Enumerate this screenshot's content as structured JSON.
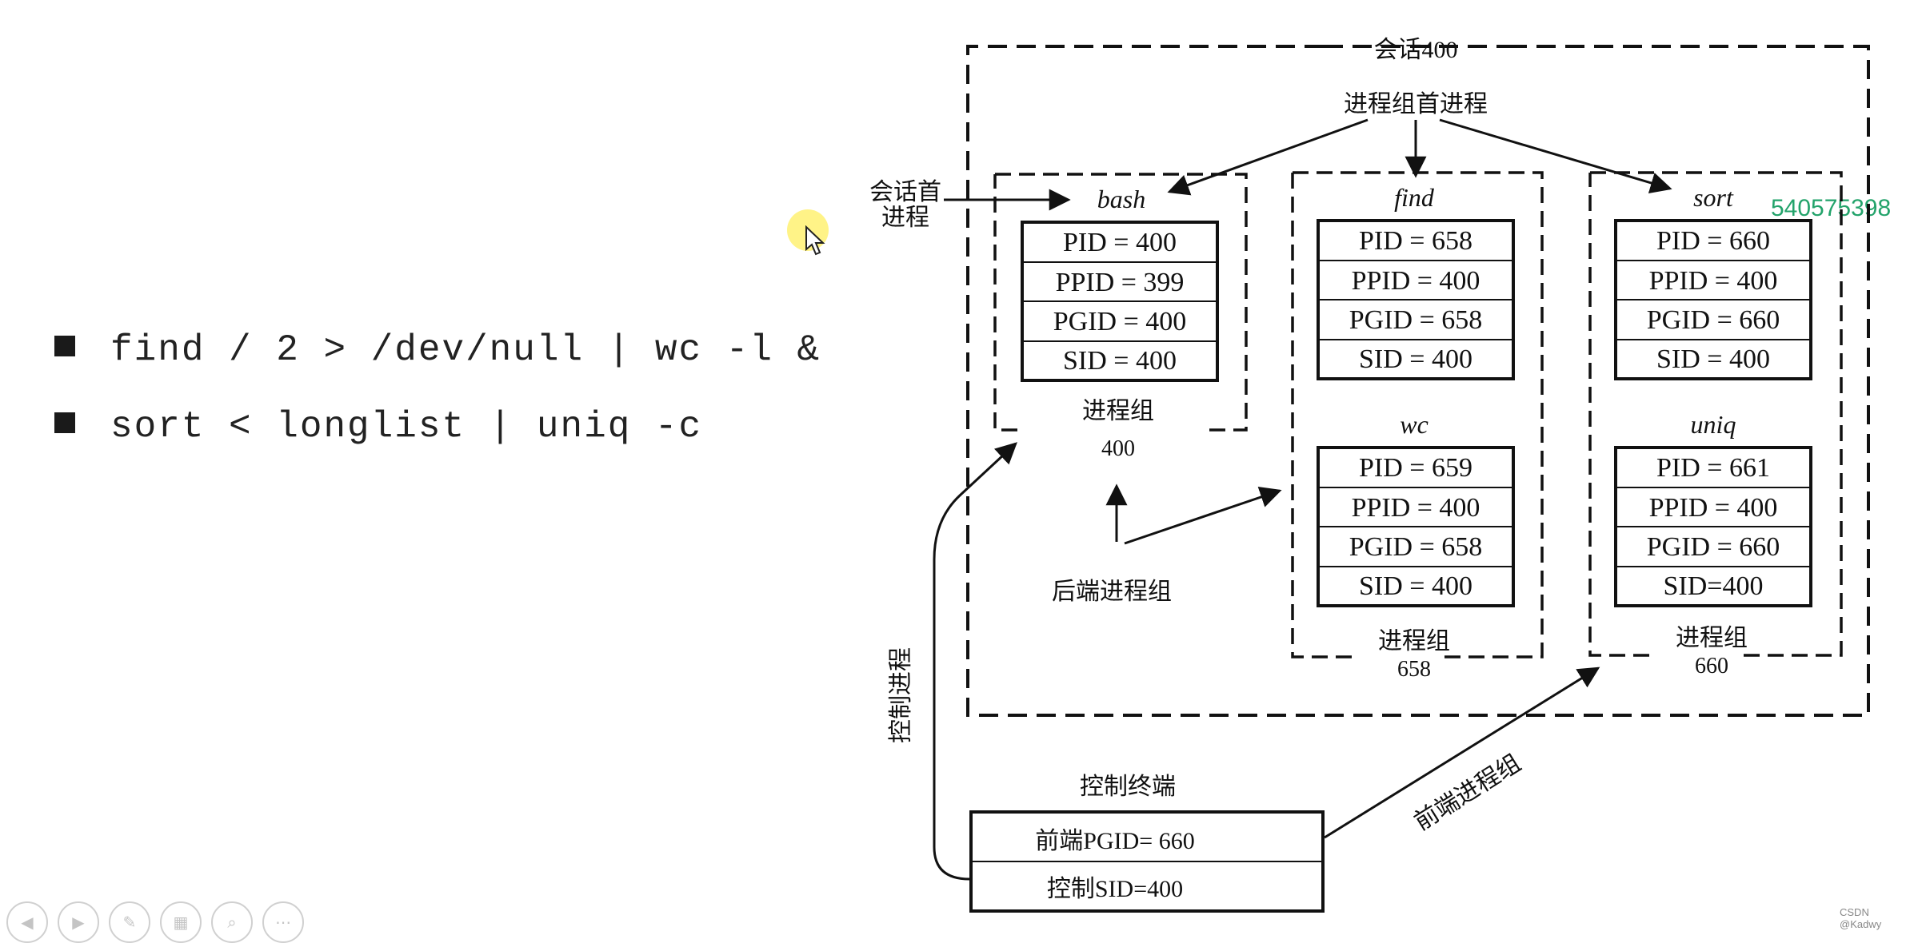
{
  "commands": [
    "find / 2 > /dev/null | wc -l &",
    "sort < longlist | uniq -c"
  ],
  "watermark": "540575398",
  "footer_credit": "CSDN @Kadwy",
  "nav_controls": [
    "arrow-left-icon",
    "arrow-right-icon",
    "pen-icon",
    "grid-icon",
    "zoom-icon",
    "more-icon"
  ],
  "diagram": {
    "session_label": "会话400",
    "group_leader_label": "进程组首进程",
    "session_leader_label_line1": "会话首",
    "session_leader_label_line2": "进程",
    "background_group_label": "后端进程组",
    "controlling_process_label": "控制进程",
    "foreground_group_label": "前端进程组",
    "terminal": {
      "title": "控制终端",
      "row1": "前端PGID=  660",
      "row2": "控制SID=400"
    },
    "groups": [
      {
        "label": "进程组",
        "number": "400",
        "processes": [
          {
            "name": "bash",
            "fields": [
              "PID = 400",
              "PPID = 399",
              "PGID = 400",
              "SID = 400"
            ]
          }
        ]
      },
      {
        "label": "进程组",
        "number": "658",
        "processes": [
          {
            "name": "find",
            "fields": [
              "PID = 658",
              "PPID = 400",
              "PGID = 658",
              "SID = 400"
            ]
          },
          {
            "name": "wc",
            "fields": [
              "PID = 659",
              "PPID = 400",
              "PGID = 658",
              "SID = 400"
            ]
          }
        ]
      },
      {
        "label": "进程组",
        "number": "660",
        "processes": [
          {
            "name": "sort",
            "fields": [
              "PID = 660",
              "PPID = 400",
              "PGID = 660",
              "SID = 400"
            ]
          },
          {
            "name": "uniq",
            "fields": [
              "PID = 661",
              "PPID = 400",
              "PGID = 660",
              "SID=400"
            ]
          }
        ]
      }
    ]
  }
}
